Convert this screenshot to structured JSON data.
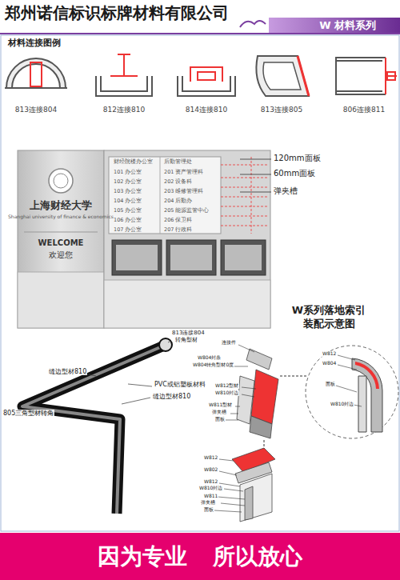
{
  "diagram": {
    "title": "郑州诺信标识标牌材料有限公司",
    "nodes": [
      {
        "text": [
          "W 材料系列"
        ]
      },
      {
        "text": [
          "因为专业 所以放心"
        ]
      }
    ],
    "labels": [
      "材料连接图例",
      "813连接804",
      "812连接810",
      "814连接810",
      "813连接805",
      "806连接811",
      "上海财经大学",
      "Shanghai university of finance & economics",
      "WELCOME",
      "欢迎您",
      "财经院楼办公室",
      "101 办公室",
      "102 办公室",
      "103 办公室",
      "104 办公室",
      "105 办公室",
      "106 办公室",
      "107 办公室",
      "后勤管理处",
      "201 资产管理科",
      "202 设备科",
      "203 维修管理科",
      "204 后勤办",
      "205 能源监管中心",
      "206 保卫科",
      "207 行政科",
      "120mm面板",
      "60mm面板",
      "弹夹槽",
      "W系列落地索引 装配示意图",
      "813连接804",
      "转角型材",
      "缝边型材810",
      "PVC或铝塑板材料",
      "缝边型材810",
      "805三角型材转角",
      "连接件",
      "W804封条",
      "W804转角型材0度",
      "W812型材",
      "W810封边",
      "W811型材",
      "弹夹槽",
      "面板",
      "W812",
      "W802",
      "W812",
      "W810封边",
      "W811",
      "弹夹槽",
      "面板",
      "W812",
      "W804",
      "面板",
      "W810封边"
    ]
  }
}
